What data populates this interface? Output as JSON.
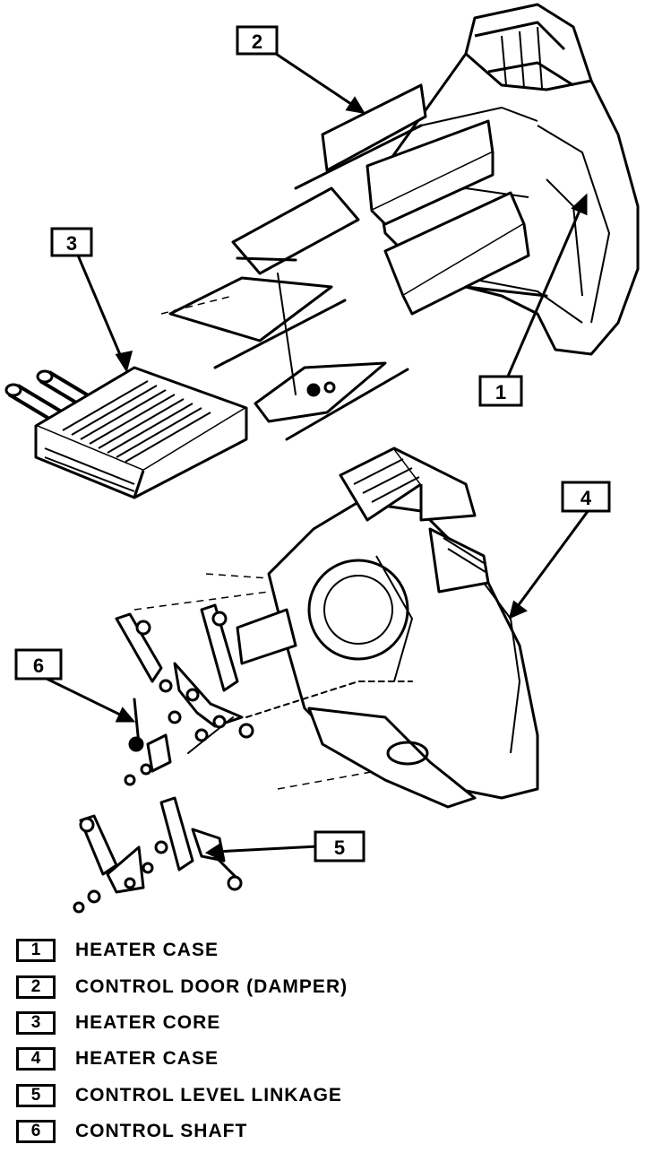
{
  "callouts": {
    "c1": "1",
    "c2": "2",
    "c3": "3",
    "c4": "4",
    "c5": "5",
    "c6": "6"
  },
  "legend": [
    {
      "num": "1",
      "label": "HEATER CASE"
    },
    {
      "num": "2",
      "label": "CONTROL DOOR (DAMPER)"
    },
    {
      "num": "3",
      "label": "HEATER CORE"
    },
    {
      "num": "4",
      "label": "HEATER CASE"
    },
    {
      "num": "5",
      "label": "CONTROL LEVEL LINKAGE"
    },
    {
      "num": "6",
      "label": "CONTROL SHAFT"
    }
  ]
}
